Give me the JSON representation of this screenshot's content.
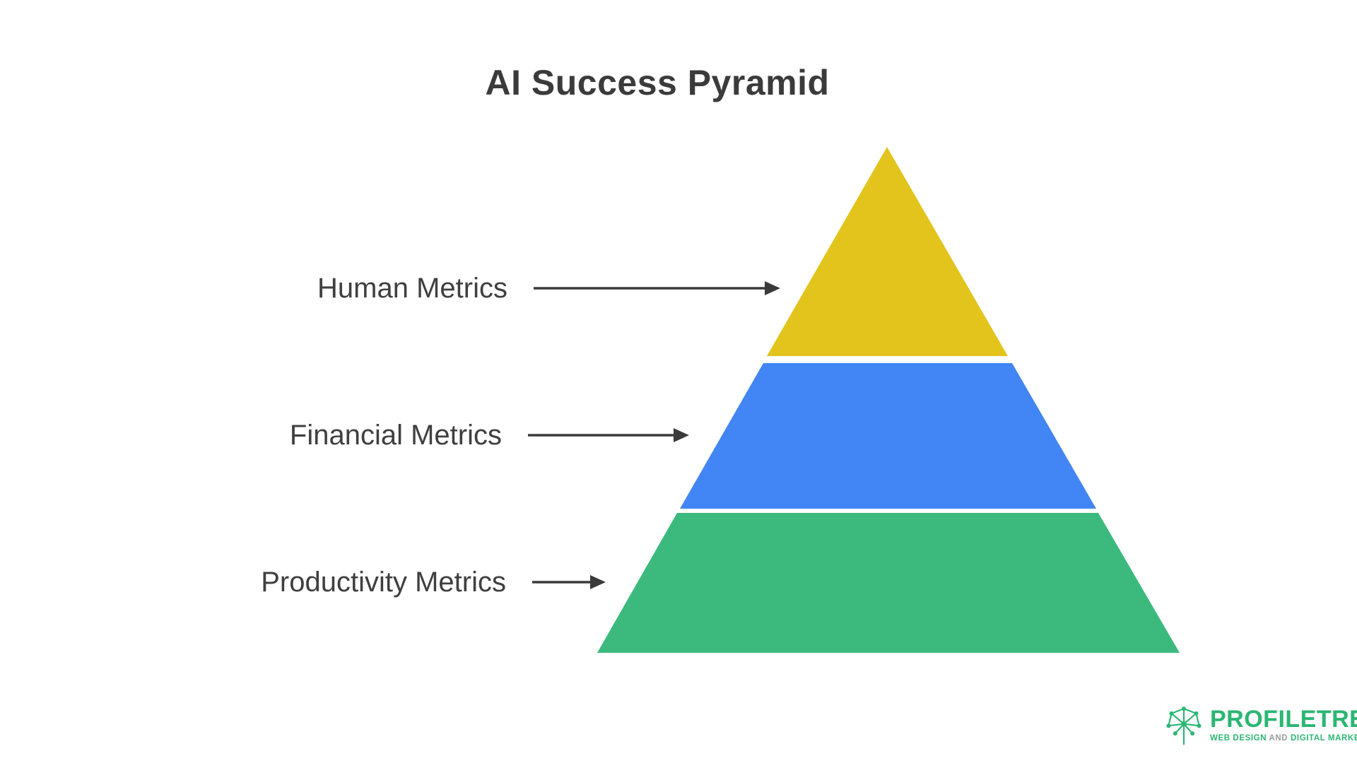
{
  "title": "AI Success Pyramid",
  "colors": {
    "heading": "#3b3b3b",
    "label": "#3f3f3f",
    "arrow": "#3a3a3a",
    "logo_green": "#2bb673",
    "logo_and_gray": "#9b9b9b"
  },
  "pyramid": {
    "tiers": [
      {
        "label": "Human Metrics",
        "color": "#e2c41c"
      },
      {
        "label": "Financial Metrics",
        "color": "#4285f4"
      },
      {
        "label": "Productivity Metrics",
        "color": "#3cba7d"
      }
    ]
  },
  "logo": {
    "name_primary": "PROFILE",
    "name_secondary": "TREE",
    "tagline_left": "WEB DESIGN",
    "tagline_and": "AND",
    "tagline_right": "DIGITAL MARKETING"
  }
}
